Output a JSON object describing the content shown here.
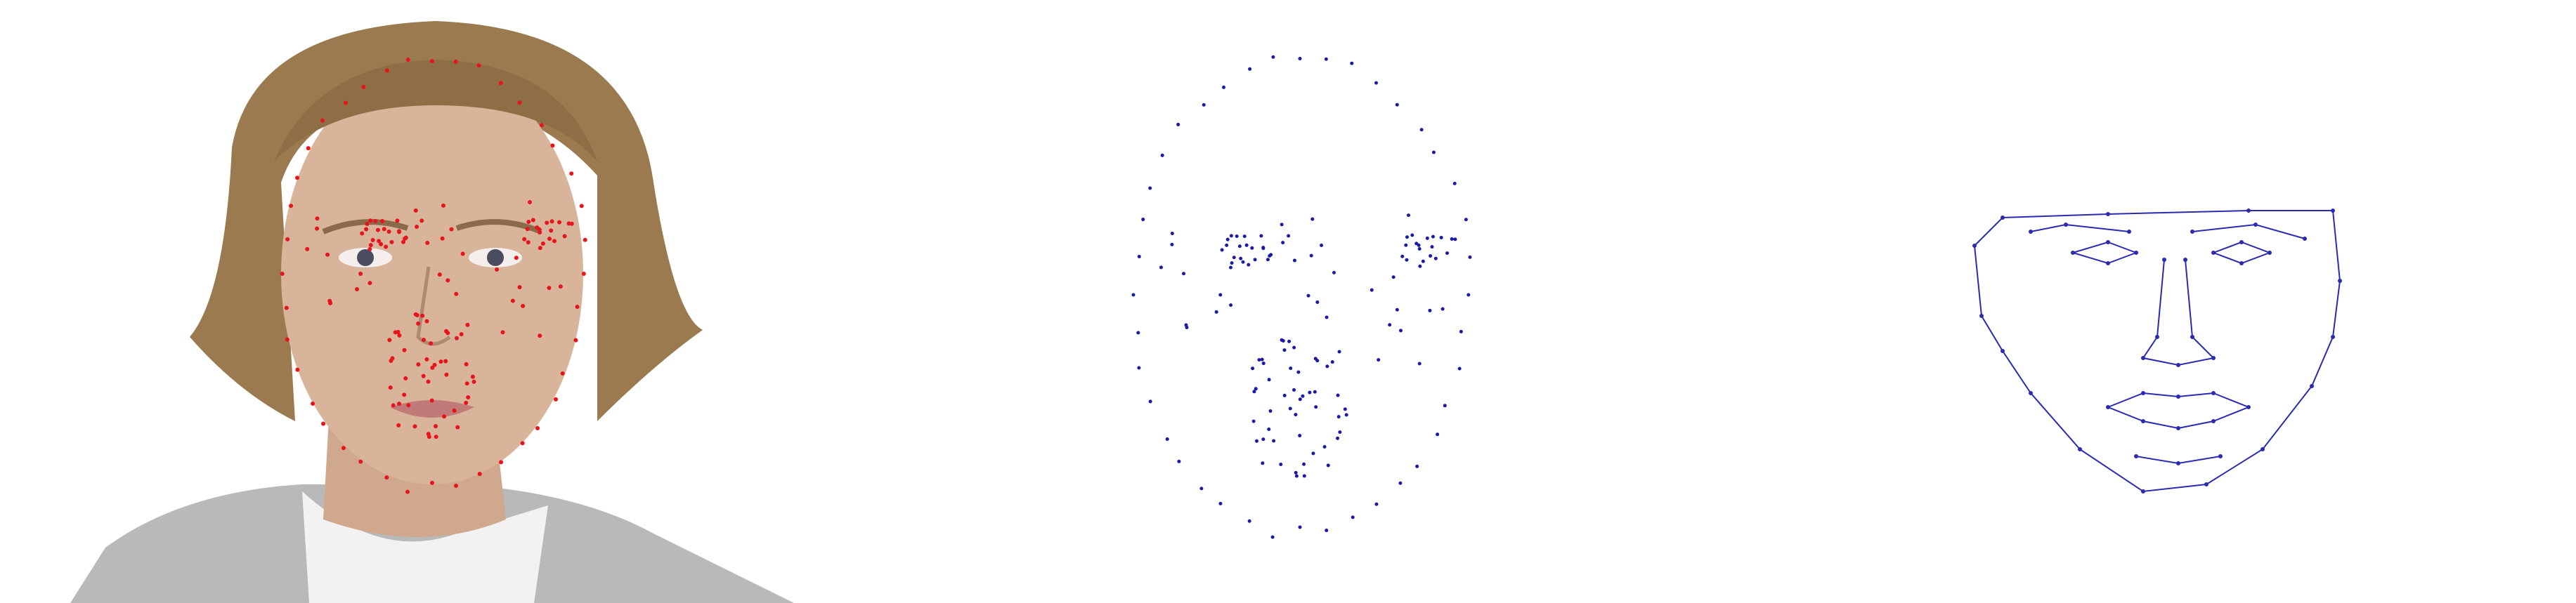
{
  "colors": {
    "background": "#ffffff",
    "landmark_marker": "#e8141c",
    "landmark_label": "#c00000",
    "point_cloud": "#1a1aa6",
    "wireframe": "#2b2bb0",
    "hair": "#9a7a4e",
    "skin": "#d8b49a",
    "shirt": "#b9b9b9",
    "tshirt": "#f2f2f2"
  },
  "panels": [
    {
      "name": "photo-with-landmarks",
      "icon": "face-photo"
    },
    {
      "name": "landmark-point-cloud",
      "icon": "dot-scatter"
    },
    {
      "name": "face-mesh-wireframe",
      "icon": "face-wireframe"
    }
  ]
}
